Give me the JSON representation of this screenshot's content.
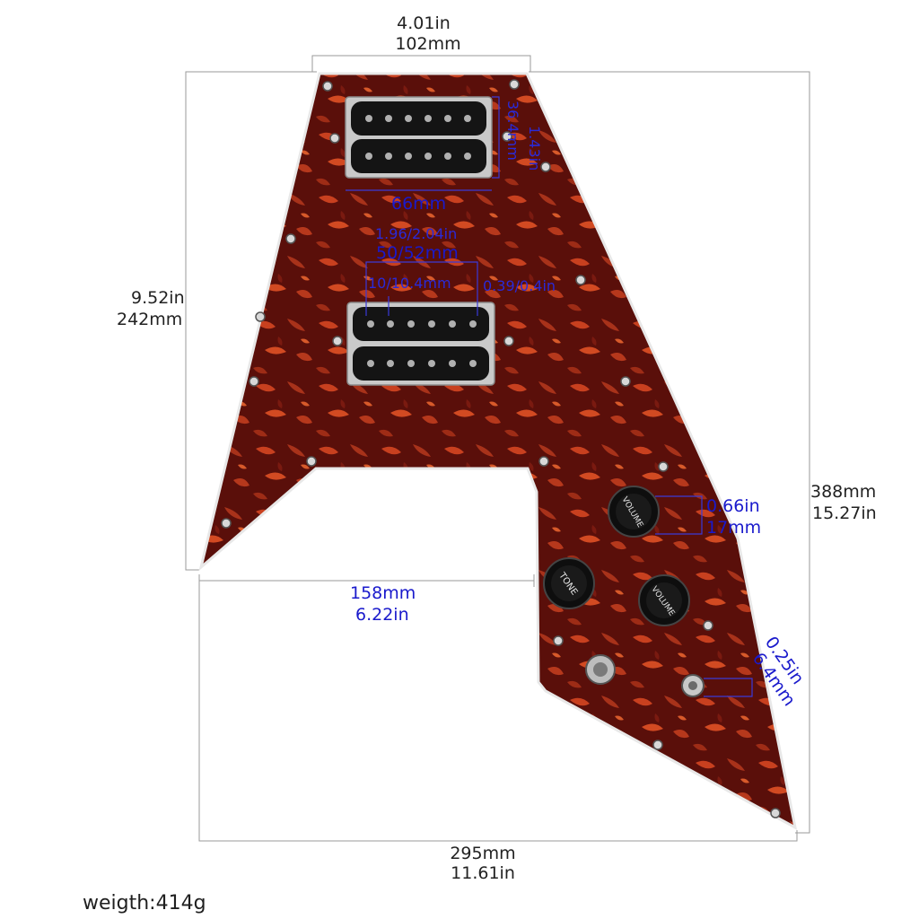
{
  "dimensions": {
    "top_width_in": "4.01in",
    "top_width_mm": "102mm",
    "left_height_in": "9.52in",
    "left_height_mm": "242mm",
    "right_height_mm": "388mm",
    "right_height_in": "15.27in",
    "cutout_width_mm": "158mm",
    "cutout_width_in": "6.22in",
    "bottom_width_mm": "295mm",
    "bottom_width_in": "11.61in"
  },
  "pickup_dims": {
    "height_mm": "36.4mm",
    "height_in": "1.43in",
    "width_mm": "66mm",
    "spacing_in": "1.96/2.04in",
    "spacing_mm": "50/52mm",
    "pole_mm": "10/10.4mm",
    "pole_in": "0.39/0.4in"
  },
  "control_dims": {
    "knob_in": "0.66in",
    "knob_mm": "17mm",
    "jack_in": "0.25in",
    "jack_mm": "6.4mm"
  },
  "knobs": {
    "volume1": "VOLUME",
    "volume2": "VOLUME",
    "tone": "TONE"
  },
  "weight": "weigth:414g",
  "colors": {
    "tortoise_base": "#5a0f0a",
    "tortoise_accent": "#c8401f",
    "dimension_blue": "#1a1acc"
  }
}
